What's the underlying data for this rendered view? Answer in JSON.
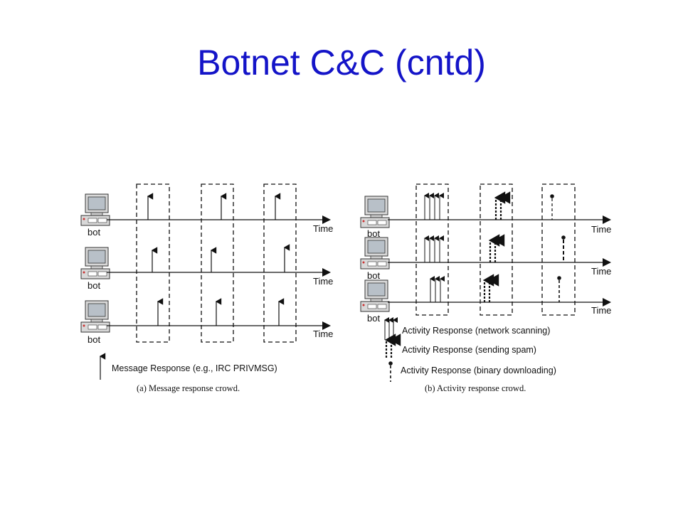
{
  "slide": {
    "title": "Botnet C&C (cntd)"
  },
  "panel_a": {
    "bot_label": "bot",
    "time_label": "Time",
    "legend": "Message Response (e.g., IRC PRIVMSG)",
    "caption": "(a)  Message response crowd."
  },
  "panel_b": {
    "bot_label": "bot",
    "time_label": "Time",
    "legend": [
      "Activity Response (network scanning)",
      "Activity Response (sending spam)",
      "Activity Response (binary downloading)"
    ],
    "caption": "(b)  Activity response crowd."
  },
  "colors": {
    "title": "#1414c8",
    "line": "#111111",
    "computer_screen": "#b8c0c8",
    "computer_body": "#d8d8d8"
  },
  "icons": [
    "computer-icon",
    "arrow-icon",
    "dashed-arrow-icon",
    "dot-line-icon"
  ]
}
